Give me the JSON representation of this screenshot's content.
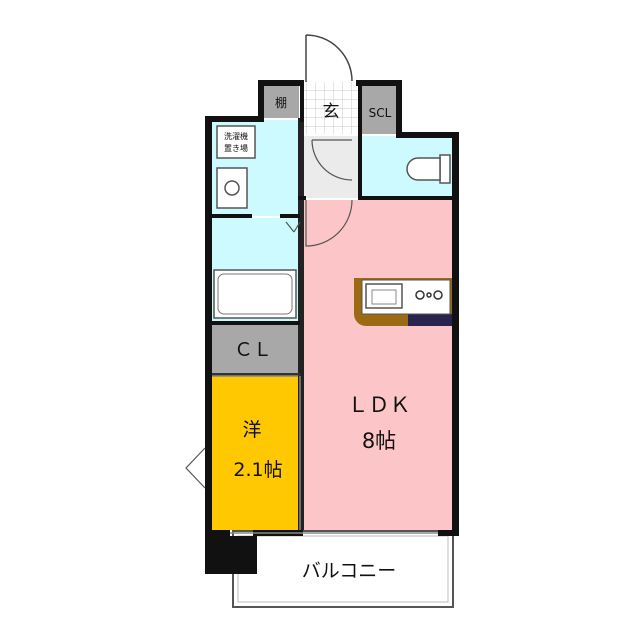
{
  "rooms": {
    "ldk": {
      "name": "ＬＤＫ",
      "size": "8帖"
    },
    "western": {
      "name": "洋",
      "size": "2.1帖"
    },
    "closet": {
      "name": "ＣＬ"
    },
    "balcony": {
      "name": "バルコニー"
    },
    "entrance": {
      "name": "玄"
    },
    "shelf": {
      "name": "棚"
    },
    "scl": {
      "name": "SCL"
    },
    "washer": {
      "line1": "洗濯機",
      "line2": "置き場"
    }
  },
  "colors": {
    "ldk": "#fcc6c9",
    "western": "#ffc800",
    "wet": "#ccfaff",
    "storage": "#a8a8a8",
    "wall": "#111111",
    "counter": "#9c6a12",
    "counter_dark": "#2a2350"
  }
}
